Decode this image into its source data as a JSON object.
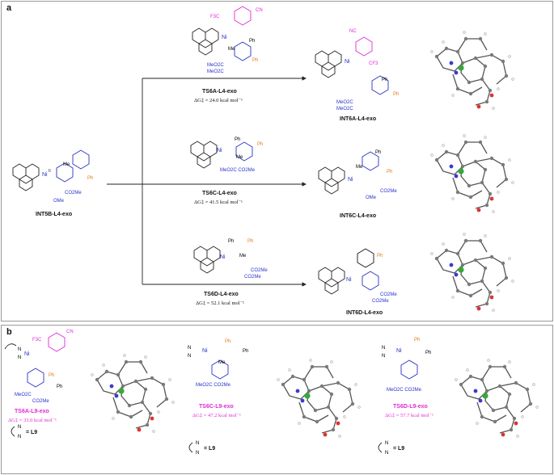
{
  "panel_a": {
    "tag": "a",
    "start": {
      "label": "INT5B-L4-exo"
    },
    "ts6a": {
      "label": "TS6A-L4-exo",
      "energy": "ΔG‡ = 24.0 kcal mol⁻¹"
    },
    "int6a": {
      "label": "INT6A-L4-exo"
    },
    "ts6c": {
      "label": "TS6C-L4-exo",
      "energy": "ΔG‡ = 41.5 kcal mol⁻¹"
    },
    "int6c": {
      "label": "INT6C-L4-exo"
    },
    "ts6d": {
      "label": "TS6D-L4-exo",
      "energy": "ΔG‡ = 52.1 kcal mol⁻¹"
    },
    "int6d": {
      "label": "INT6D-L4-exo"
    }
  },
  "panel_b": {
    "tag": "b",
    "ts6a": {
      "label": "TS6A-L9-exo",
      "energy": "ΔG‡ = 33.0 kcal mol⁻¹"
    },
    "ts6c": {
      "label": "TS6C-L9-exo",
      "energy": "ΔG‡ = 47.2 kcal mol⁻¹"
    },
    "ts6d": {
      "label": "TS6D-L9-exo",
      "energy": "ΔG‡ = 57.7 kcal mol⁻¹"
    },
    "ligand_key": "= L9"
  },
  "chem_text": {
    "ni": "Ni",
    "me": "Me",
    "ph": "Ph",
    "cf3": "CF3",
    "cn": "CN",
    "co2me": "CO2Me",
    "meo2c": "MeO2C",
    "ome": "OMe",
    "n": "N"
  },
  "colors": {
    "magenta": "#e02ad6",
    "blue": "#2832c8",
    "orange": "#e07a1a",
    "ni_green": "#37a83a"
  }
}
